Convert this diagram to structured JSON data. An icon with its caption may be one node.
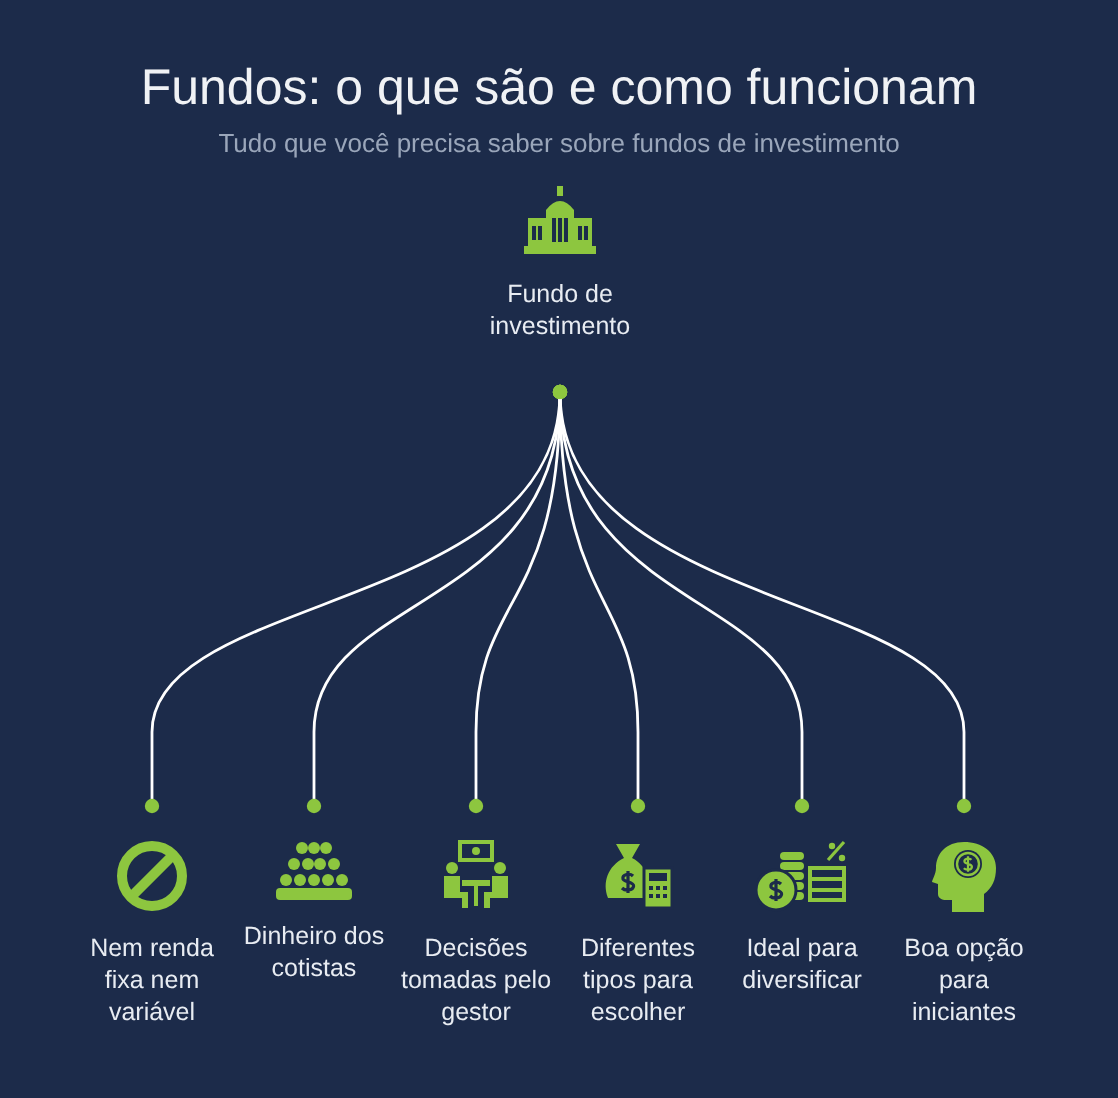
{
  "diagram": {
    "title": "Fundos: o que são e como funcionam",
    "caption": "Tudo que você precisa saber sobre fundos de investimento",
    "nodes": [
      {
        "text": [
          "Fundo de investimento"
        ]
      },
      {
        "text": [
          "Nem renda fixa nem variável"
        ]
      },
      {
        "text": [
          "Dinheiro dos cotistas"
        ]
      },
      {
        "text": [
          "Decisões tomadas pelo gestor"
        ]
      },
      {
        "text": [
          "Diferentes tipos para escolher"
        ]
      },
      {
        "text": [
          "Ideal para diversificar"
        ]
      },
      {
        "text": [
          "Boa opção para iniciantes"
        ]
      }
    ],
    "edges": [
      {
        "from": 0,
        "to": 1,
        "arrow": "other"
      },
      {
        "from": 0,
        "to": 2,
        "arrow": "other"
      },
      {
        "from": 0,
        "to": 3,
        "arrow": "other"
      },
      {
        "from": 0,
        "to": 4,
        "arrow": "other"
      },
      {
        "from": 0,
        "to": 5,
        "arrow": "other"
      },
      {
        "from": 0,
        "to": 6,
        "arrow": "other"
      }
    ]
  }
}
